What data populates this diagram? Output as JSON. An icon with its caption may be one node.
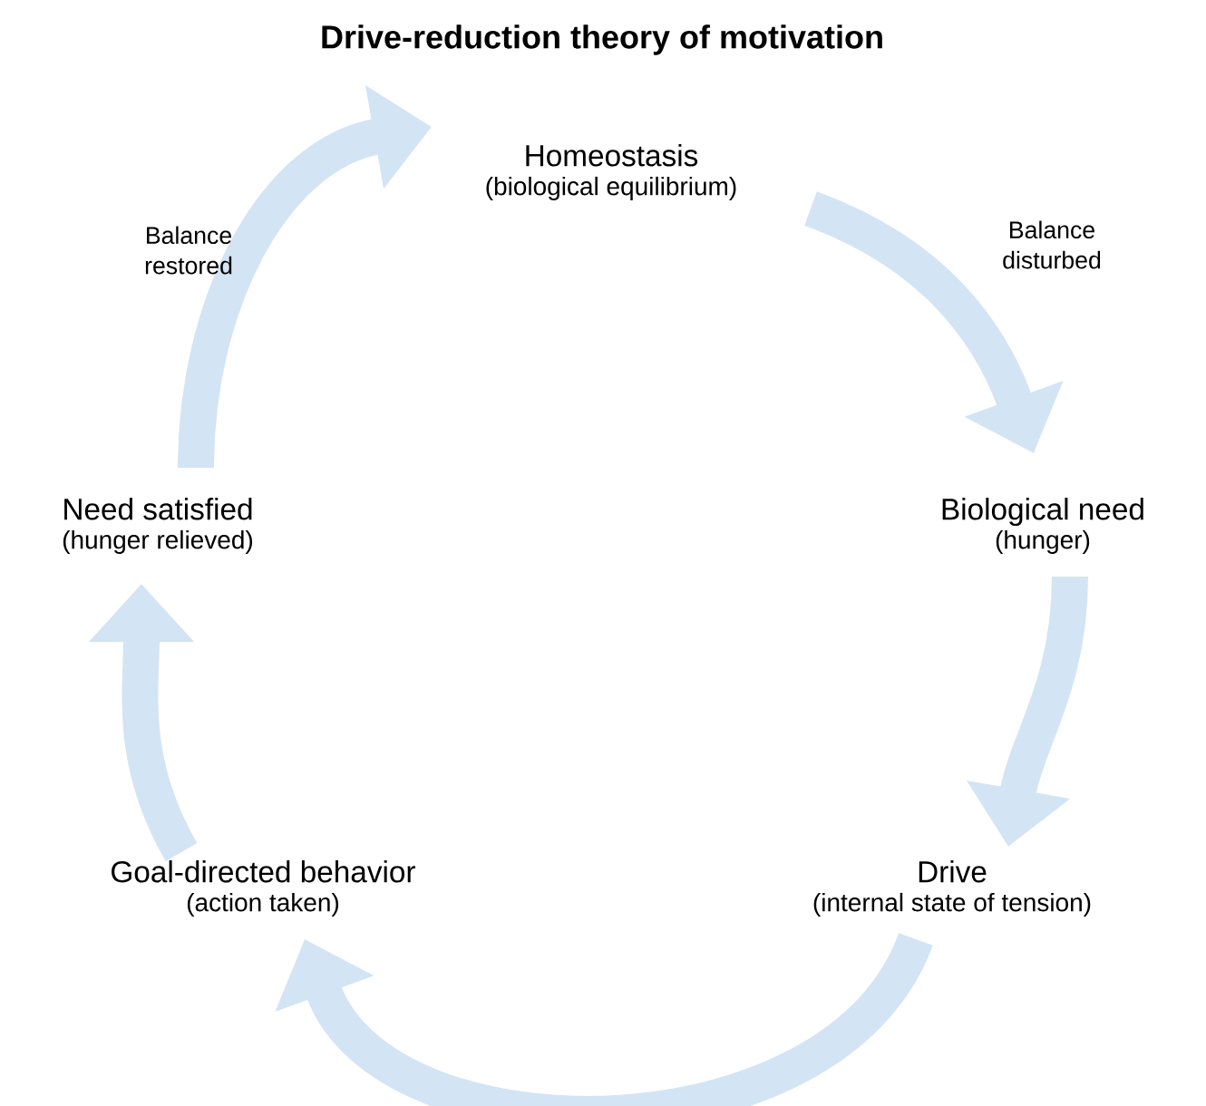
{
  "diagram": {
    "title": "Drive-reduction theory of motivation",
    "nodes": [
      {
        "text": [
          "Homeostasis",
          "(biological equilibrium)"
        ]
      },
      {
        "text": [
          "Biological need",
          "(hunger)"
        ]
      },
      {
        "text": [
          "Drive",
          "(internal state of tension)"
        ]
      },
      {
        "text": [
          "Goal-directed behavior",
          "(action taken)"
        ]
      },
      {
        "text": [
          "Need satisfied",
          "(hunger relieved)"
        ]
      }
    ],
    "edges": [
      {
        "from": 0,
        "to": 1,
        "arrow": "to",
        "label": "Balance disturbed"
      },
      {
        "from": 1,
        "to": 2,
        "arrow": "to"
      },
      {
        "from": 2,
        "to": 3,
        "arrow": "to"
      },
      {
        "from": 3,
        "to": 4,
        "arrow": "to"
      },
      {
        "from": 4,
        "to": 0,
        "arrow": "to",
        "label": "Balance restored"
      }
    ]
  }
}
